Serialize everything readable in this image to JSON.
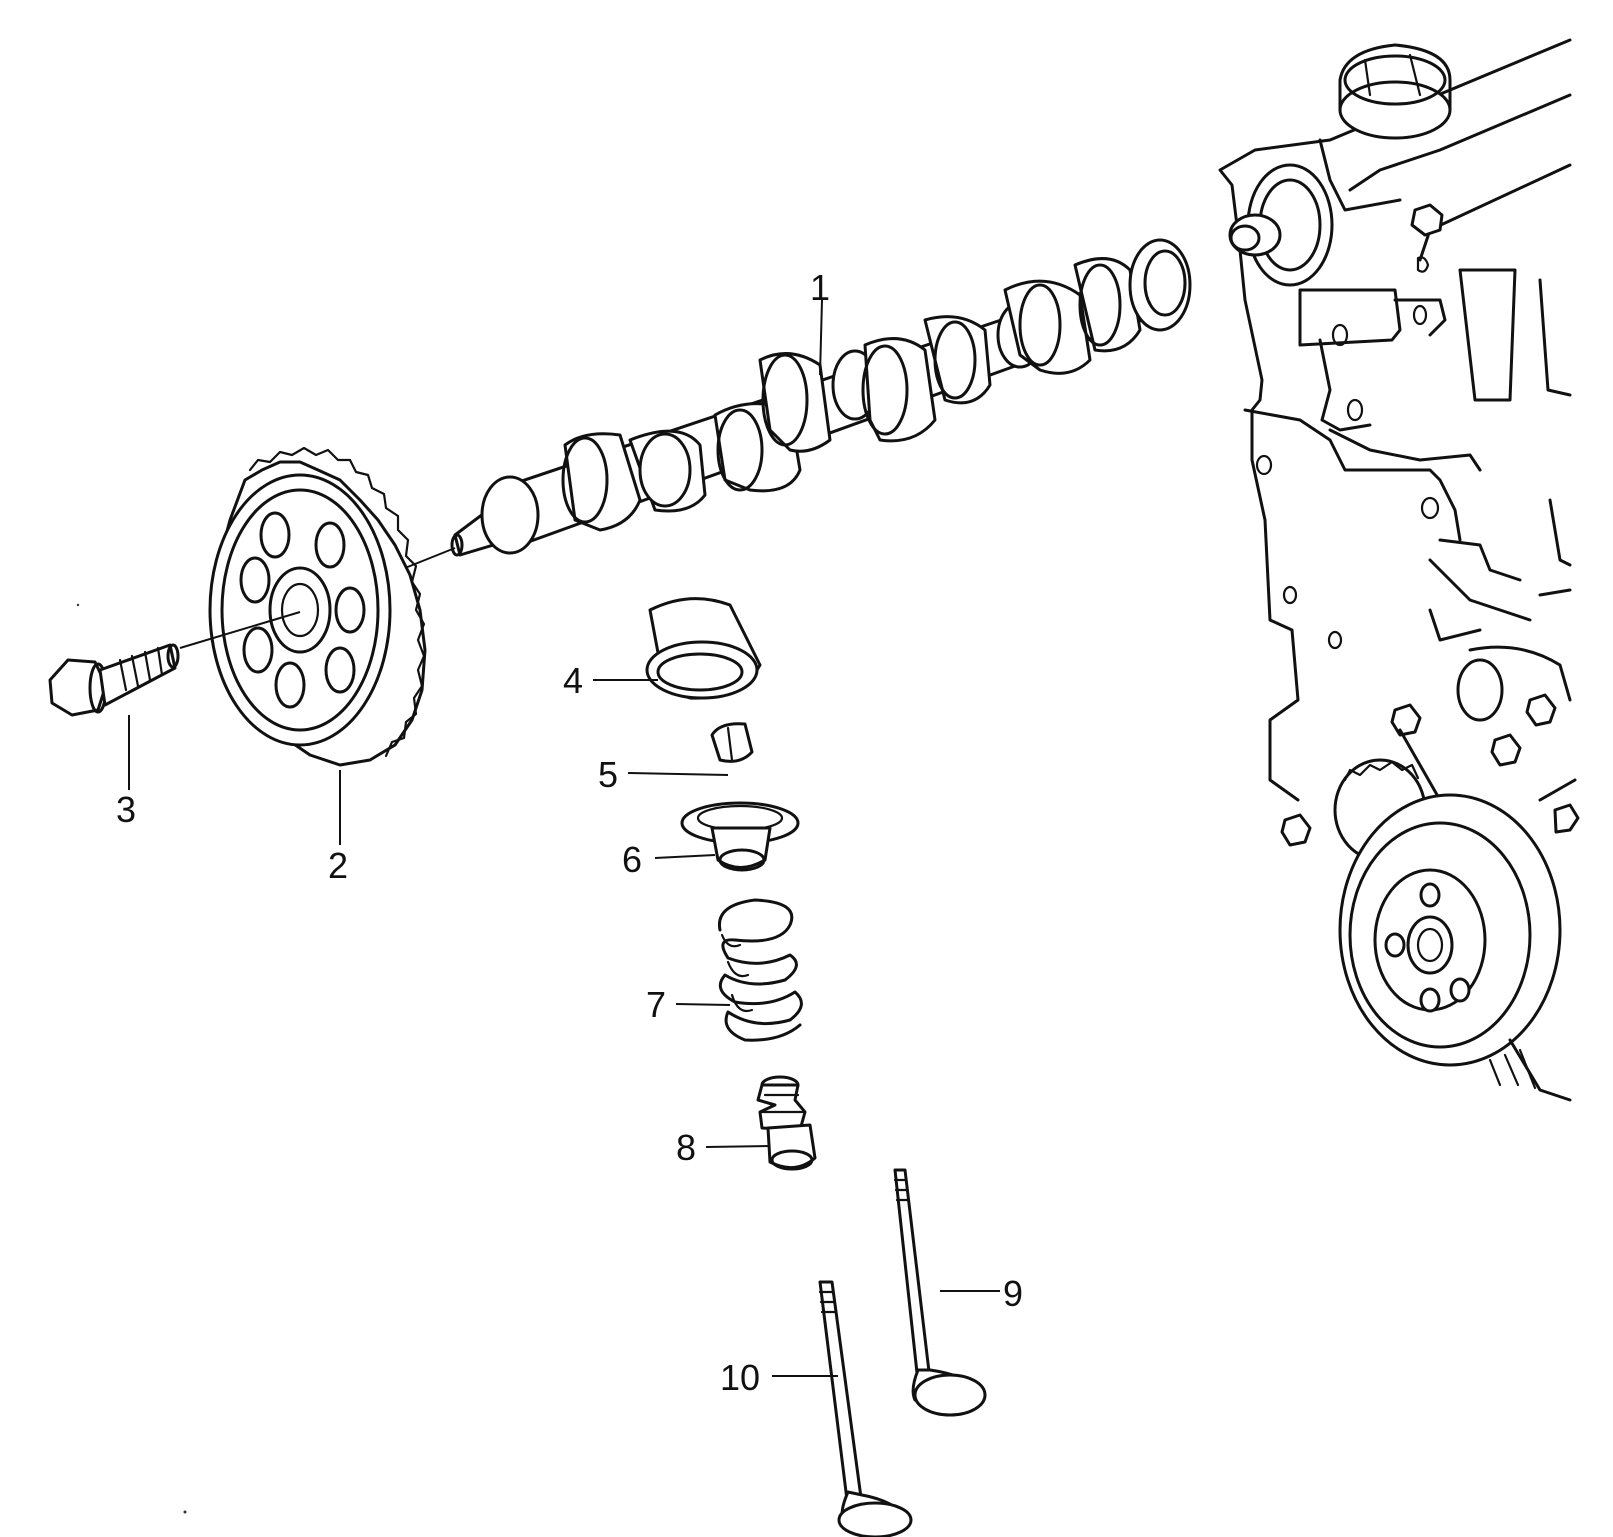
{
  "diagram": {
    "parts": [
      {
        "number": "1",
        "name": "camshaft"
      },
      {
        "number": "2",
        "name": "camshaft-sprocket"
      },
      {
        "number": "3",
        "name": "bolt"
      },
      {
        "number": "4",
        "name": "bucket-tappet"
      },
      {
        "number": "5",
        "name": "valve-cotters"
      },
      {
        "number": "6",
        "name": "valve-spring-retainer"
      },
      {
        "number": "7",
        "name": "valve-spring"
      },
      {
        "number": "8",
        "name": "valve-stem-seal"
      },
      {
        "number": "9",
        "name": "valve"
      },
      {
        "number": "10",
        "name": "valve"
      }
    ]
  }
}
